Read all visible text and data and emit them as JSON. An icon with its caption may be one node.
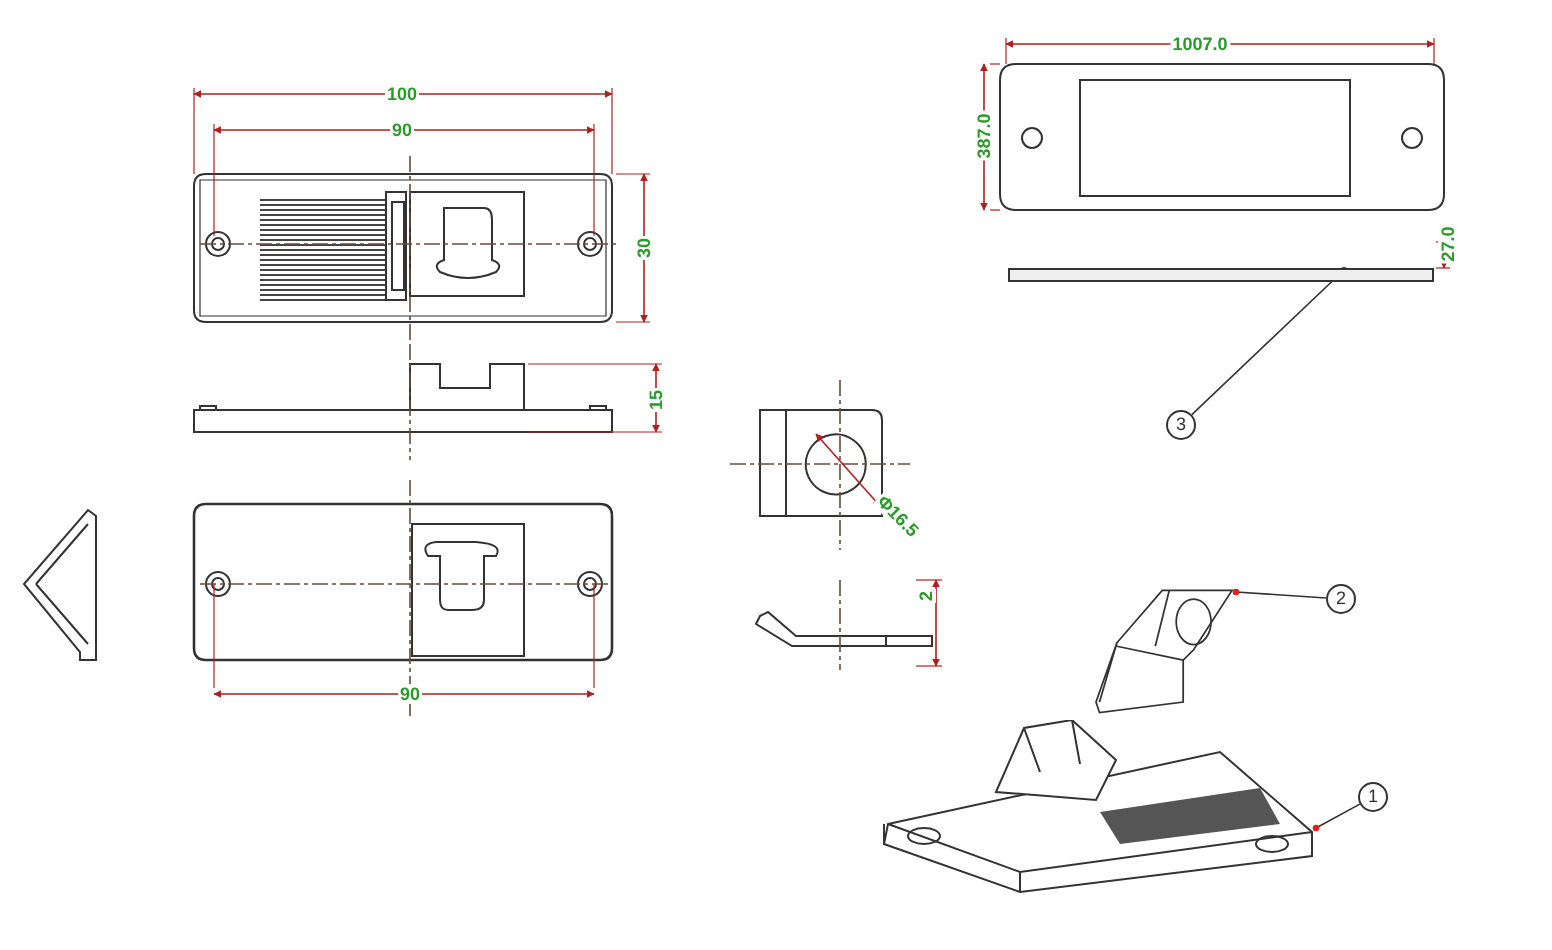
{
  "diagram": {
    "nodes": [
      {
        "text": [
          "3"
        ]
      },
      {
        "text": [
          "2"
        ]
      },
      {
        "text": [
          "1"
        ]
      },
      {
        "text": [],
        "shape": "bar"
      },
      {
        "text": [],
        "shape": "picture"
      },
      {
        "text": [],
        "shape": "picture"
      }
    ],
    "edges": [
      {
        "from": 0,
        "to": 3,
        "arrow": "other"
      },
      {
        "from": 1,
        "to": 4,
        "arrow": "other"
      },
      {
        "from": 2,
        "to": 5,
        "arrow": "other"
      }
    ],
    "labels": [
      "1007.0",
      "100",
      "90",
      "387.0",
      "30",
      "27.0",
      "15",
      "Φ16.5",
      "2",
      "90"
    ]
  }
}
